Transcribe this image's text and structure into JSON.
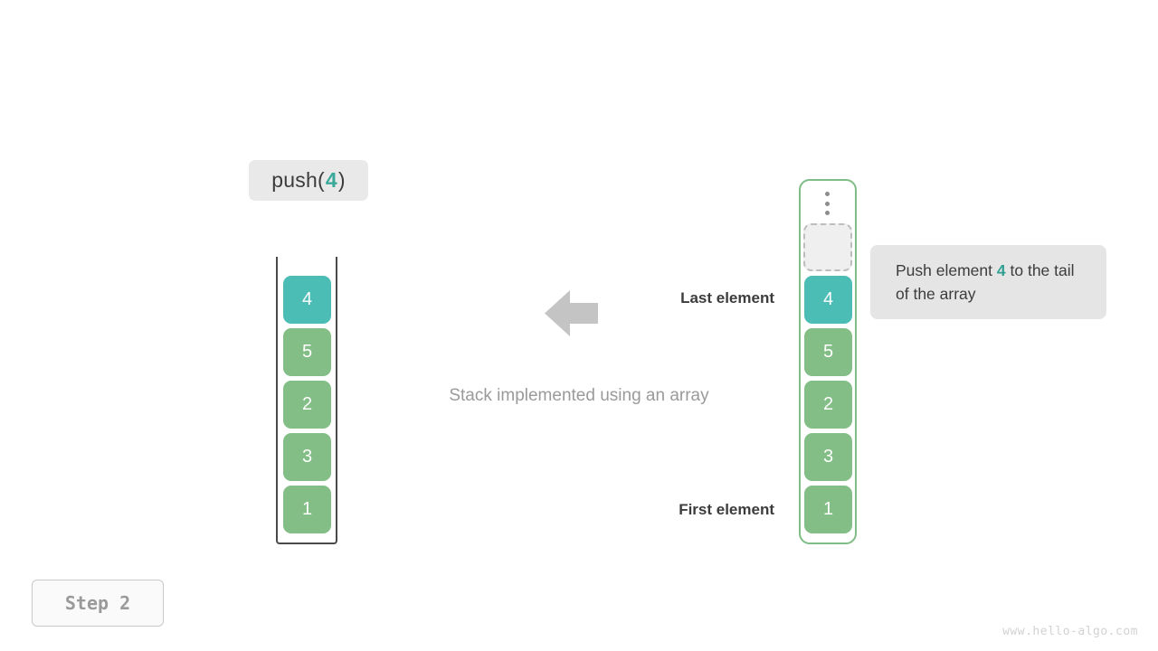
{
  "operation": {
    "prefix": "push(",
    "value": "4",
    "suffix": ")"
  },
  "left_panel": {
    "name": "stack-implemented-using-an-array",
    "caption": "Stack implemented using an array",
    "cells": [
      {
        "value": "4",
        "color": "teal"
      },
      {
        "value": "5",
        "color": "green"
      },
      {
        "value": "2",
        "color": "green"
      },
      {
        "value": "3",
        "color": "green"
      },
      {
        "value": "1",
        "color": "green"
      }
    ]
  },
  "right_panel": {
    "ellipsis_icon": "vertical-ellipsis-icon",
    "empty_slot_label": "",
    "cells": [
      {
        "value": "4",
        "color": "teal"
      },
      {
        "value": "5",
        "color": "green"
      },
      {
        "value": "2",
        "color": "green"
      },
      {
        "value": "3",
        "color": "green"
      },
      {
        "value": "1",
        "color": "green"
      }
    ]
  },
  "annotations": {
    "last_element": "Last element",
    "first_element": "First element",
    "arrow_icon": "arrow-left-icon"
  },
  "callout": {
    "text_before": "Push element",
    "highlight": "4",
    "text_after": "to the tail of the array"
  },
  "footer": {
    "step_label": "Step 2",
    "watermark": "www.hello-algo.com"
  },
  "colors": {
    "teal": "#4bbdb4",
    "green": "#82be85",
    "accent_text": "#3aa99a",
    "border_green": "#7fbd86",
    "badge_bg": "#e9e9e9",
    "callout_bg": "#e5e5e5",
    "arrow_gray": "#c4c4c4"
  }
}
